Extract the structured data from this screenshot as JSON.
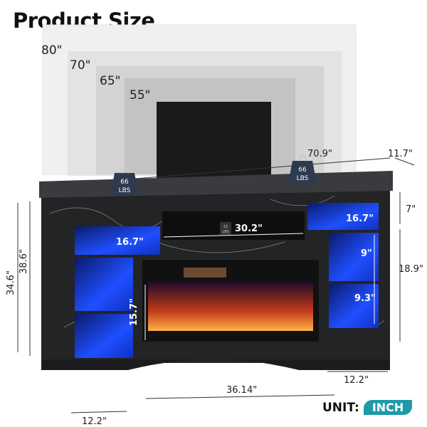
{
  "title": "Product Size",
  "tv_sizes": [
    "80\"",
    "70\"",
    "65\"",
    "55\""
  ],
  "weights": {
    "top_left": [
      "66",
      "LBS"
    ],
    "top_right": [
      "66",
      "LBS"
    ],
    "shelf": [
      "22",
      "LBS"
    ]
  },
  "dimensions": {
    "width": "70.9\"",
    "depth": "11.7\"",
    "height_total": "38.6\"",
    "height_body": "34.6\"",
    "shelf_width_left": "16.7\"",
    "shelf_width_right": "16.7\"",
    "center_shelf_width": "30.2\"",
    "top_shelf_height": "7\"",
    "side_height": "18.9\"",
    "side_shelf_upper": "9\"",
    "side_shelf_lower": "9.3\"",
    "fireplace_height": "15.7\"",
    "fireplace_width": "36.14\"",
    "cabinet_width_left": "12.2\"",
    "cabinet_width_right": "12.2\""
  },
  "unit": {
    "label": "UNIT:",
    "value": "INCH"
  },
  "colors": {
    "accent": "#1e9aa8",
    "led": "#1f5fff",
    "marble": "#2a2b2e"
  }
}
